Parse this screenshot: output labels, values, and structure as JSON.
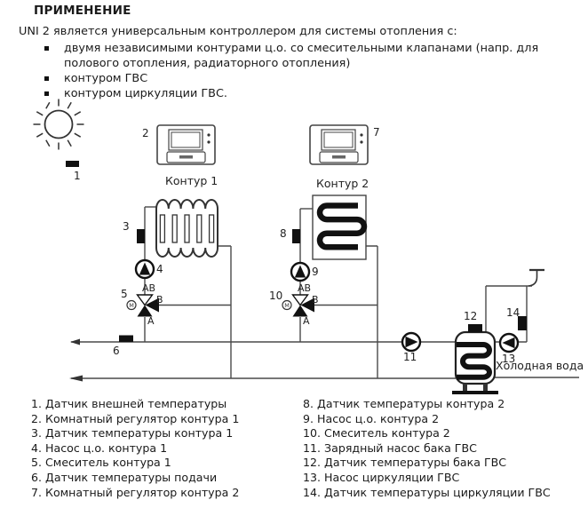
{
  "page_title": "ПРИМЕНЕНИЕ",
  "intro": {
    "lead": "UNI 2 является универсальным контроллером для системы отопления с:",
    "bullets": [
      "двумя независимыми контурами ц.о. со смесительными клапанами (напр. для полового отопления, радиаторного отопления)",
      "контуром ГВС",
      "контуром циркуляции ГВС."
    ]
  },
  "diagram": {
    "circuit1_label": "Контур 1",
    "circuit2_label": "Контур 2",
    "cold_water_label": "Холодная вода",
    "valve": {
      "ab": "AB",
      "b": "B",
      "a": "A",
      "m": "M"
    },
    "numbers": {
      "n1": "1",
      "n2": "2",
      "n3": "3",
      "n4": "4",
      "n5": "5",
      "n6": "6",
      "n7": "7",
      "n8": "8",
      "n9": "9",
      "n10": "10",
      "n11": "11",
      "n12": "12",
      "n13": "13",
      "n14": "14"
    },
    "icons": [
      "sun-icon",
      "outdoor-sensor-icon",
      "room-controller-icon",
      "radiator-icon",
      "floor-coil-icon",
      "pump-icon",
      "mixing-valve-icon",
      "dhw-tank-icon",
      "faucet-icon",
      "temperature-sensor-icon",
      "flow-arrow-icon"
    ]
  },
  "legend": {
    "left": [
      "1. Датчик внешней температуры",
      "2. Комнатный регулятор контура 1",
      "3. Датчик температуры контура 1",
      "4. Насос ц.о. контура 1",
      "5. Смеситель контура 1",
      "6. Датчик температуры подачи",
      "7. Комнатный регулятор контура 2"
    ],
    "right": [
      "8. Датчик температуры контура 2",
      "9. Насос ц.о. контура 2",
      "10. Смеситель контура 2",
      "11. Зарядный насос бака ГВС",
      "12. Датчик температуры бака ГВС",
      "13. Насос циркуляции ГВС",
      "14. Датчик температуры циркуляции ГВС"
    ]
  },
  "colors": {
    "ink": "#1a1a1a",
    "line": "#4a4a4a",
    "solid": "#111111"
  }
}
